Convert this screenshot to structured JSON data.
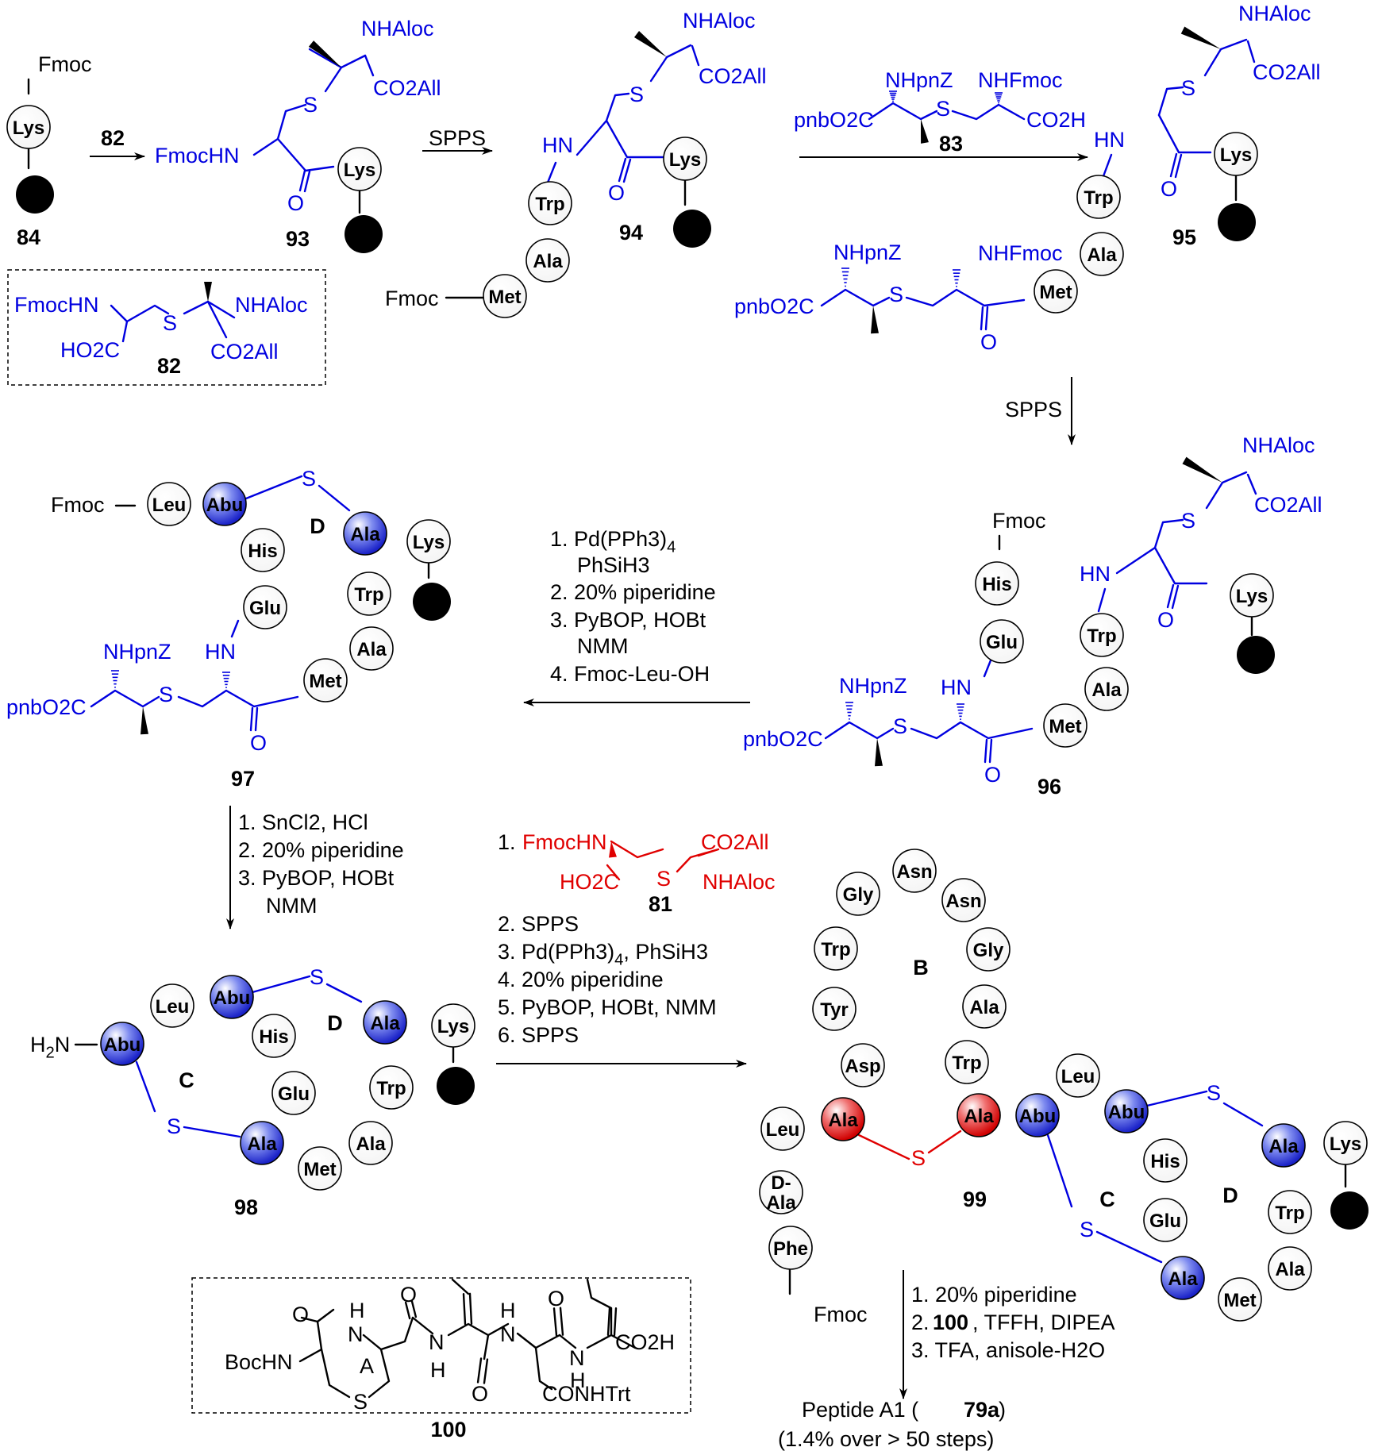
{
  "compounds": {
    "c84": "84",
    "c93": "93",
    "c94": "94",
    "c95": "95",
    "c96": "96",
    "c97": "97",
    "c98": "98",
    "c99": "99",
    "c82": "82",
    "c83": "83",
    "c81": "81",
    "c100": "100",
    "reagent82": "82"
  },
  "groups": {
    "fmoc": "Fmoc",
    "fmochn": "FmocHN",
    "nhaloc": "NHAloc",
    "co2all": "CO2All",
    "nhpnz": "NHpnZ",
    "nhfmoc": "NHFmoc",
    "pnbo2c": "pnbO2C",
    "co2h": "CO2H",
    "ho2c": "HO2C",
    "s": "S",
    "hn": "HN",
    "o": "O",
    "h2n": "H2N",
    "bochn": "BocHN",
    "h": "H",
    "n": "N",
    "conhtrt": "CONHTrt"
  },
  "residues": {
    "lys": "Lys",
    "trp": "Trp",
    "ala": "Ala",
    "met": "Met",
    "leu": "Leu",
    "abu": "Abu",
    "his": "His",
    "glu": "Glu",
    "gly": "Gly",
    "asn": "Asn",
    "tyr": "Tyr",
    "asp": "Asp",
    "phe": "Phe",
    "dala1": "D-",
    "dala2": "Ala"
  },
  "rings": {
    "a": "A",
    "b": "B",
    "c": "C",
    "d": "D"
  },
  "conditions": {
    "spps": "SPPS",
    "to97": [
      "1. Pd(PPh3)4",
      "PhSiH3",
      "2. 20% piperidine",
      "3. PyBOP,  HOBt",
      "NMM",
      "4. Fmoc-Leu-OH"
    ],
    "to98": [
      "1. SnCl2, HCl",
      "2. 20% piperidine",
      "3. PyBOP,  HOBt",
      "NMM"
    ],
    "to99": [
      "1.",
      "2. SPPS",
      "3. Pd(PPh3)4, PhSiH3",
      "4. 20% piperidine",
      "5. PyBOP, HOBt, NMM",
      "6. SPPS"
    ],
    "to79": [
      "1. 20% piperidine",
      "2.",
      "100",
      ", TFFH, DIPEA",
      "3. TFA, anisole-H2O"
    ]
  },
  "product": {
    "name": "Peptide A1 (",
    "code": "79a",
    "close": ")",
    "yield": "(1.4% over > 50 steps)"
  },
  "colors": {
    "blue": "#0000e0",
    "red": "#e00000",
    "black": "#000000",
    "abu_blue": "#3a4fe0",
    "ala_red": "#e02020"
  }
}
